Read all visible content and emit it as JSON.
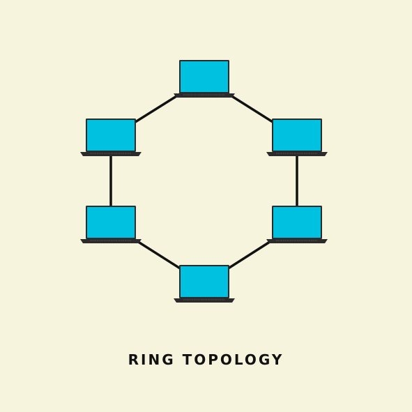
{
  "diagram": {
    "title": "RING TOPOLOGY",
    "node_count": 6,
    "nodes": [
      {
        "id": "top",
        "icon": "laptop-icon"
      },
      {
        "id": "upper-right",
        "icon": "laptop-icon"
      },
      {
        "id": "lower-right",
        "icon": "laptop-icon"
      },
      {
        "id": "bottom",
        "icon": "laptop-icon"
      },
      {
        "id": "lower-left",
        "icon": "laptop-icon"
      },
      {
        "id": "upper-left",
        "icon": "laptop-icon"
      }
    ],
    "links": [
      [
        "top",
        "upper-right"
      ],
      [
        "upper-right",
        "lower-right"
      ],
      [
        "lower-right",
        "bottom"
      ],
      [
        "bottom",
        "lower-left"
      ],
      [
        "lower-left",
        "upper-left"
      ],
      [
        "upper-left",
        "top"
      ]
    ]
  },
  "colors": {
    "background": "#f6f4dd",
    "screen": "#00c2e0",
    "laptop_body": "#2b2b2b",
    "link": "#111111",
    "title": "#111111"
  }
}
